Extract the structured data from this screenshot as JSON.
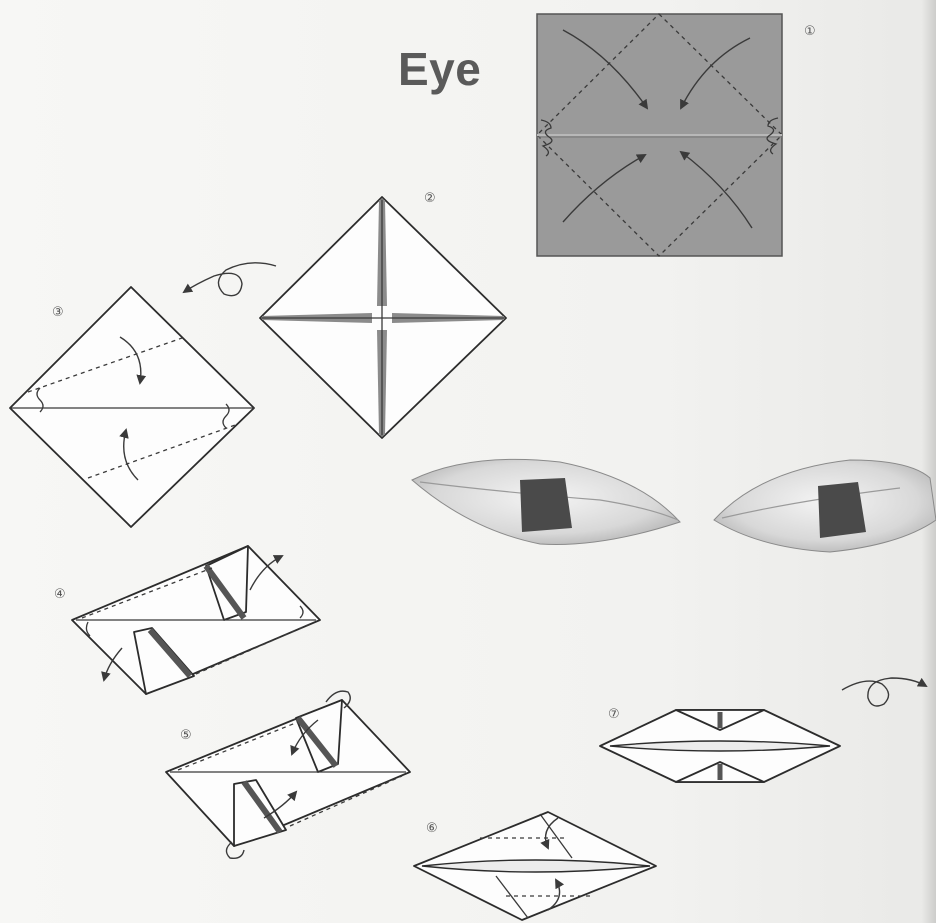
{
  "title": "Eye",
  "steps": [
    {
      "label": "①"
    },
    {
      "label": "②"
    },
    {
      "label": "③"
    },
    {
      "label": "④"
    },
    {
      "label": "⑤"
    },
    {
      "label": "⑥"
    },
    {
      "label": "⑦"
    }
  ],
  "colors": {
    "paper": "#9a9a9a",
    "line": "#2c2c2c",
    "pupil": "#4a4a4a"
  },
  "icons": [
    "turn-over-icon",
    "fold-arrow-icon",
    "valley-fold-icon",
    "pinch-mark-icon"
  ]
}
